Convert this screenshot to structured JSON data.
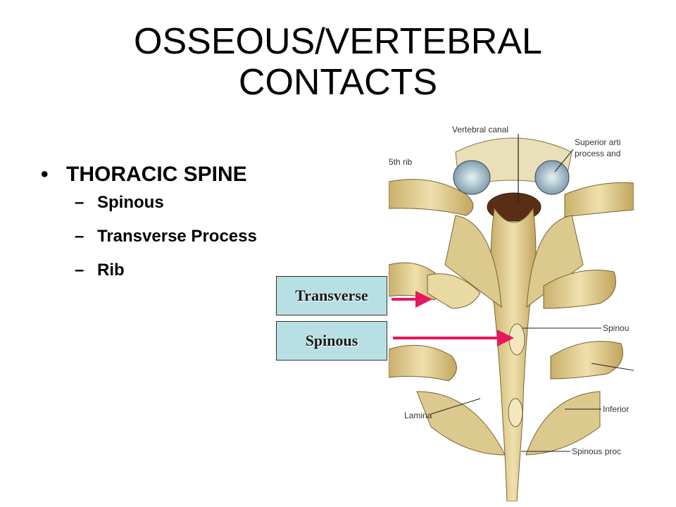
{
  "slide": {
    "title_line1": "OSSEOUS/VERTEBRAL",
    "title_line2": "CONTACTS",
    "bullet_main": "THORACIC SPINE",
    "sub_items": [
      "Spinous",
      "Transverse Process",
      "Rib"
    ]
  },
  "callouts": {
    "transverse": "Transverse",
    "spinous": "Spinous"
  },
  "figure": {
    "labels": {
      "vertebral_canal": "Vertebral canal",
      "rib": "5th rib",
      "superior_articular_1": "Superior arti",
      "superior_articular_2": "process and",
      "spinous_label": "Spinou",
      "lamina": "Lamina",
      "inferior": "Inferior",
      "spinous_process": "Spinous proc"
    }
  },
  "colors": {
    "callout_fill": "#b8e0e4",
    "arrow": "#e8175d",
    "bone": "#e6d49a"
  }
}
